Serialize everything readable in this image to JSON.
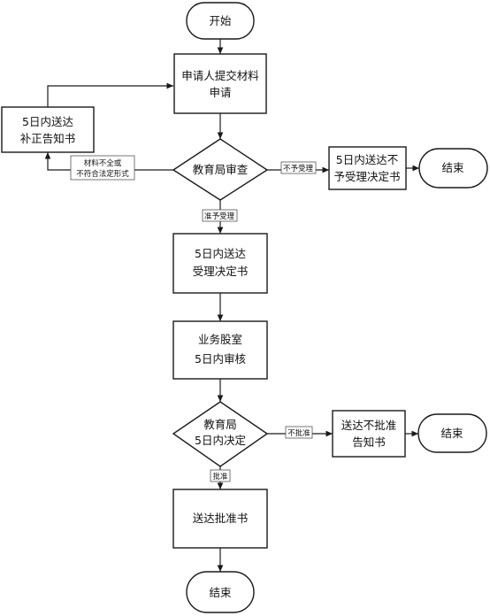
{
  "nodes": {
    "start": "开始",
    "submit_l1": "申请人提交材料",
    "submit_l2": "申请",
    "correct_l1": "5日内送达",
    "correct_l2": "补正告知书",
    "review": "教育局审查",
    "reject_l1": "5日内送达不",
    "reject_l2": "予受理决定书",
    "end_top": "结束",
    "accept_l1": "5日内送达",
    "accept_l2": "受理决定书",
    "dept_l1": "业务股室",
    "dept_l2": "5日内审核",
    "decide_l1": "教育局",
    "decide_l2": "5日内决定",
    "deny_l1": "送达不批准",
    "deny_l2": "告知书",
    "end_mid": "结束",
    "approve_doc": "送达批准书",
    "end_bottom": "结束"
  },
  "edge_labels": {
    "incomplete_l1": "材料不全或",
    "incomplete_l2": "不符合法定形式",
    "not_accepted": "不予受理",
    "accepted": "准予受理",
    "not_approved": "不批准",
    "approved": "批准"
  }
}
